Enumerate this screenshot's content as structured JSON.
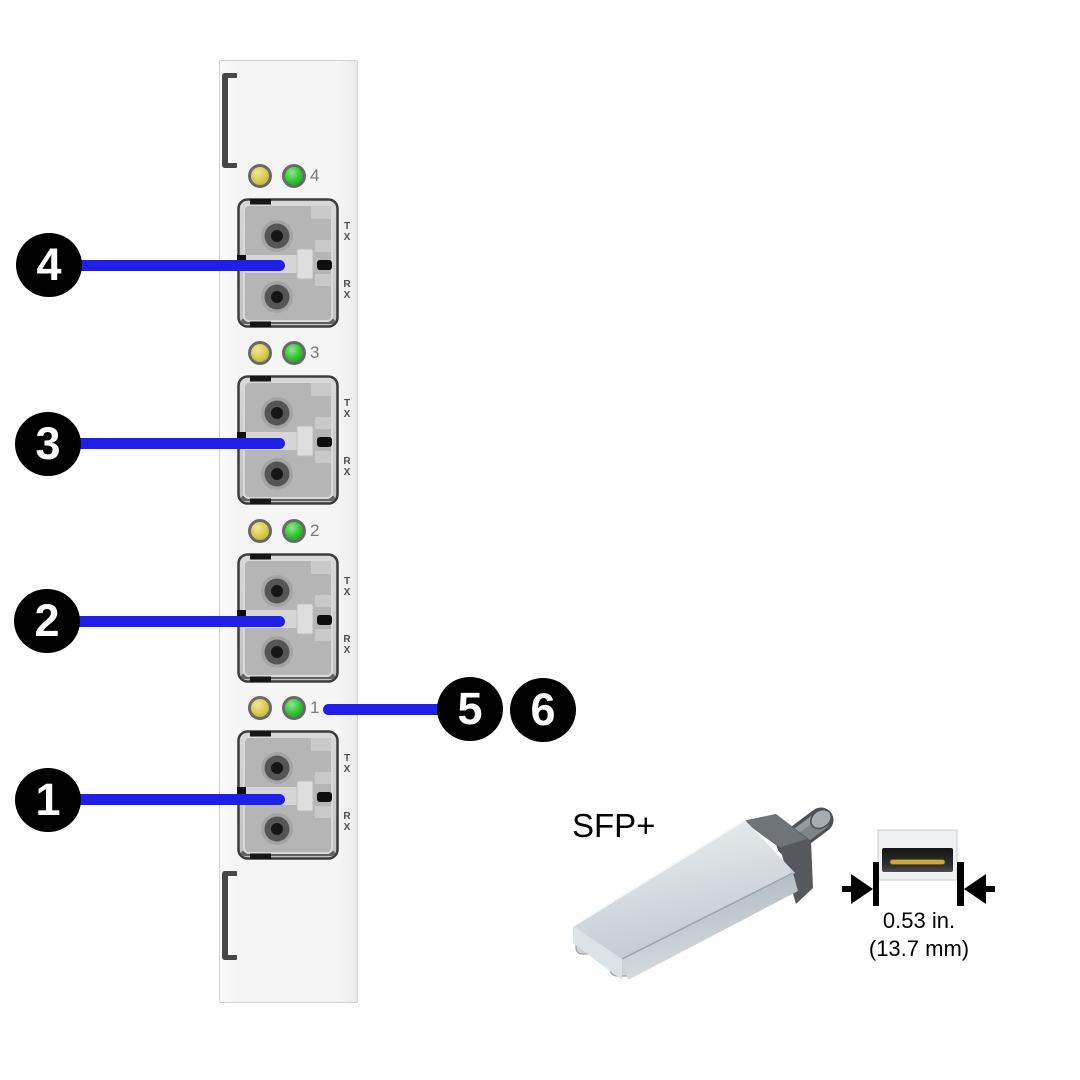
{
  "colors": {
    "leader_line_blue": "#1f1fe8",
    "led_amber": "#d6c94a",
    "led_green": "#31c031",
    "callout_bg": "#000000",
    "callout_text": "#ffffff",
    "faceplate": "#f5f5f5"
  },
  "panel": {
    "ports": [
      {
        "led_label": "4",
        "tx_label": "TX",
        "rx_label": "RX"
      },
      {
        "led_label": "3",
        "tx_label": "TX",
        "rx_label": "RX"
      },
      {
        "led_label": "2",
        "tx_label": "TX",
        "rx_label": "RX"
      },
      {
        "led_label": "1",
        "tx_label": "TX",
        "rx_label": "RX"
      }
    ]
  },
  "callouts": {
    "port4": "4",
    "port3": "3",
    "port2": "2",
    "port1": "1",
    "led_amber": "5",
    "led_green": "6"
  },
  "transceiver": {
    "label": "SFP+",
    "dimension_in": "0.53 in.",
    "dimension_mm": "(13.7 mm)"
  }
}
